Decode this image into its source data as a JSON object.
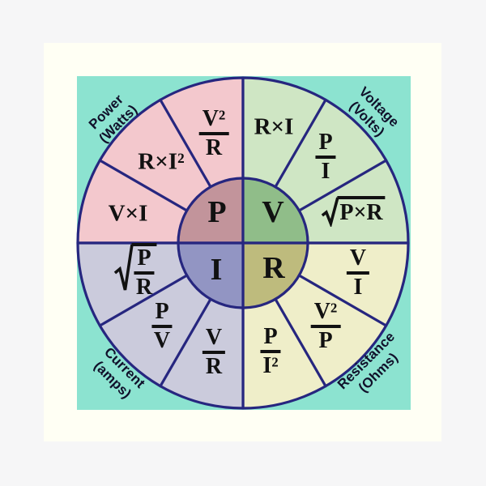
{
  "colors": {
    "page_background": "#f6f6f7",
    "matte": "#fffff4",
    "board": "#8ce3d0",
    "line": "#26267f",
    "power_sector": "#f3c8cd",
    "power_center": "#c2949b",
    "voltage_sector": "#cfe6c4",
    "voltage_center": "#90bd89",
    "current_sector": "#cbcbdc",
    "current_center": "#9295c3",
    "resistance_sector": "#efeec9",
    "resistance_center": "#bebb7d"
  },
  "icons": {
    "radical": "√"
  },
  "wheel": {
    "power": {
      "label": [
        "Power",
        "(Watts)"
      ],
      "center_letter": "P",
      "f1": "V×I",
      "f2": "R×I²",
      "f3_num": "V²",
      "f3_den": "R"
    },
    "voltage": {
      "label": [
        "Voltage",
        "(Volts)"
      ],
      "center_letter": "V",
      "f1": "R×I",
      "f2_num": "P",
      "f2_den": "I",
      "f3_radicand": "P×R"
    },
    "current": {
      "label": [
        "Current",
        "(amps)"
      ],
      "center_letter": "I",
      "f1_radicand_num": "P",
      "f1_radicand_den": "R",
      "f2_num": "P",
      "f2_den": "V",
      "f3_num": "V",
      "f3_den": "R"
    },
    "resistance": {
      "label": [
        "Resistance",
        "(Ohms)"
      ],
      "center_letter": "R",
      "f1_num": "V",
      "f1_den": "I",
      "f2_num": "V²",
      "f2_den": "P",
      "f3_num": "P",
      "f3_den": "I²"
    }
  }
}
